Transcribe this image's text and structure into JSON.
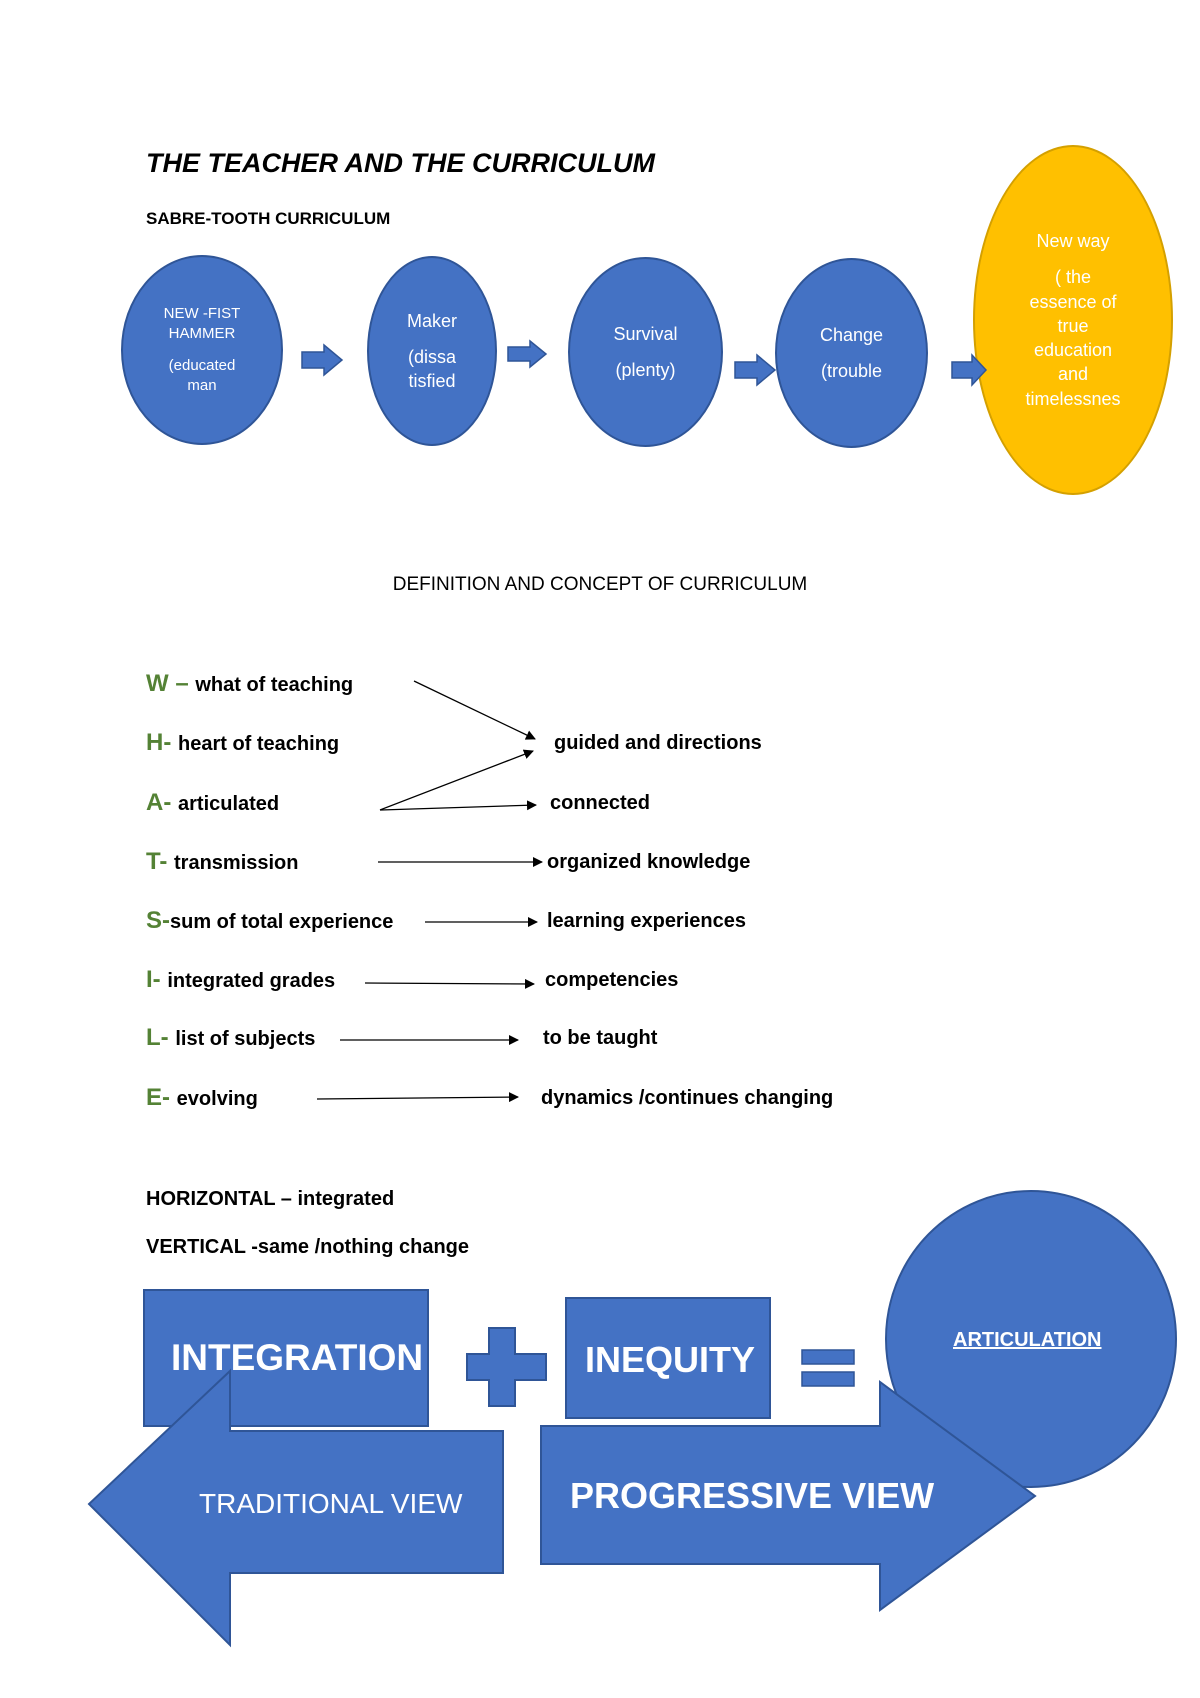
{
  "header": {
    "title": "THE TEACHER AND THE CURRICULUM",
    "subtitle": "SABRE-TOOTH CURRICULUM"
  },
  "flow": [
    {
      "line1": "NEW -FIST",
      "line2": "HAMMER",
      "line3": "(educated",
      "line4": "man"
    },
    {
      "line1": "Maker",
      "line2": "(dissa",
      "line3": "tisfied"
    },
    {
      "line1": "Survival",
      "line2": "(plenty)"
    },
    {
      "line1": "Change",
      "line2": "(trouble"
    },
    {
      "line1": "New way",
      "line2": "( the",
      "line3": "essence of",
      "line4": "true",
      "line5": "education",
      "line6": "and",
      "line7": "timelessnes"
    }
  ],
  "definition": {
    "title": "DEFINITION AND CONCEPT OF CURRICULUM",
    "items": [
      {
        "letter": "W –",
        "desc": "what of teaching",
        "target": ""
      },
      {
        "letter": "H-",
        "desc": "heart of teaching",
        "target": "guided and directions"
      },
      {
        "letter": "A-",
        "desc": "articulated",
        "target": "connected"
      },
      {
        "letter": "T-",
        "desc": "transmission",
        "target": "organized knowledge"
      },
      {
        "letter": "S-",
        "desc": "sum of total experience",
        "target": "learning experiences"
      },
      {
        "letter": "I-",
        "desc": "integrated grades",
        "target": "competencies"
      },
      {
        "letter": "L-",
        "desc": "list of subjects",
        "target": "to be taught"
      },
      {
        "letter": "E-",
        "desc": "evolving",
        "target": "dynamics /continues changing"
      }
    ]
  },
  "orientation": {
    "horizontal": "HORIZONTAL – integrated",
    "vertical": "VERTICAL -same /nothing change"
  },
  "equation": {
    "term1": "INTEGRATION",
    "term2": "INEQUITY",
    "result": "ARTICULATION"
  },
  "views": {
    "left": "TRADITIONAL VIEW",
    "right": "PROGRESSIVE VIEW"
  },
  "colors": {
    "blue": "#4472c4",
    "blue_border": "#2f5597",
    "gold": "#ffc000",
    "letter_green": "#548235"
  }
}
